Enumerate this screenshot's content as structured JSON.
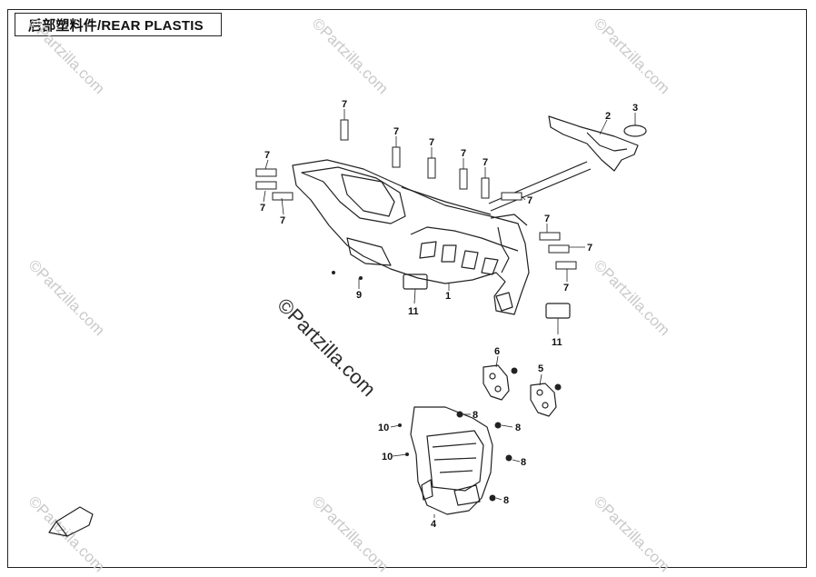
{
  "title": "后部塑料件/REAR PLASTIS",
  "watermark": "©Partzilla.com",
  "callouts": {
    "c1": "1",
    "c2": "2",
    "c3": "3",
    "c4": "4",
    "c5": "5",
    "c6": "6",
    "c7": "7",
    "c8": "8",
    "c9": "9",
    "c10": "10",
    "c11": "11"
  },
  "colors": {
    "line": "#222222",
    "watermark": "#c9c9c9"
  }
}
